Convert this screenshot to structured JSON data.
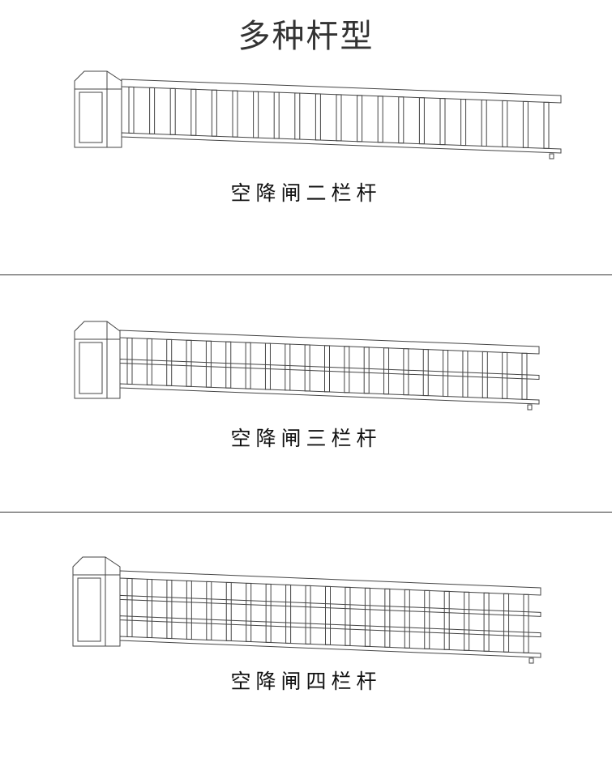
{
  "title": "多种杆型",
  "gates": [
    {
      "caption": "空降闸二栏杆",
      "rails": 2
    },
    {
      "caption": "空降闸三栏杆",
      "rails": 3
    },
    {
      "caption": "空降闸四栏杆",
      "rails": 4
    }
  ]
}
